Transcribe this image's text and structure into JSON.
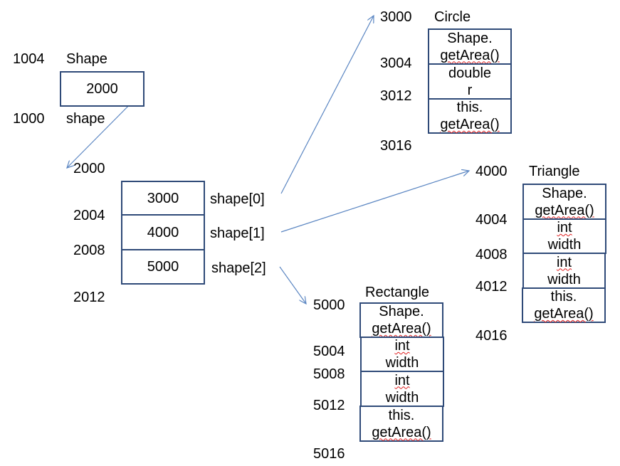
{
  "colors": {
    "box_border": "#2f4a78",
    "arrow": "#5b86c2",
    "spellcheck_underline": "#e02020"
  },
  "shape_var": {
    "addr_top": "1004",
    "label_top": "Shape",
    "value": "2000",
    "addr_bottom": "1000",
    "label_bottom": "shape"
  },
  "array": {
    "addresses": [
      "2000",
      "2004",
      "2008",
      "2012"
    ],
    "cells": [
      "3000",
      "4000",
      "5000"
    ],
    "labels": [
      "shape[0]",
      "shape[1]",
      "shape[2]"
    ]
  },
  "circle": {
    "title": "Circle",
    "addresses": [
      "3000",
      "3004",
      "3012",
      "3016"
    ],
    "cells": [
      {
        "line1": "Shape.",
        "line2": "getArea()"
      },
      {
        "line1": "double",
        "line2": "r"
      },
      {
        "line1": "this.",
        "line2": "getArea()"
      }
    ]
  },
  "triangle": {
    "title": "Triangle",
    "addresses": [
      "4000",
      "4004",
      "4008",
      "4012",
      "4016"
    ],
    "cells": [
      {
        "line1": "Shape.",
        "line2": "getArea()"
      },
      {
        "line1": "int",
        "line2": "width"
      },
      {
        "line1": "int",
        "line2": "width"
      },
      {
        "line1": "this.",
        "line2": "getArea()"
      }
    ]
  },
  "rectangle": {
    "title": "Rectangle",
    "addresses": [
      "5000",
      "5004",
      "5008",
      "5012",
      "5016"
    ],
    "cells": [
      {
        "line1": "Shape.",
        "line2": "getArea()"
      },
      {
        "line1": "int",
        "line2": "width"
      },
      {
        "line1": "int",
        "line2": "width"
      },
      {
        "line1": "this.",
        "line2": "getArea()"
      }
    ]
  }
}
